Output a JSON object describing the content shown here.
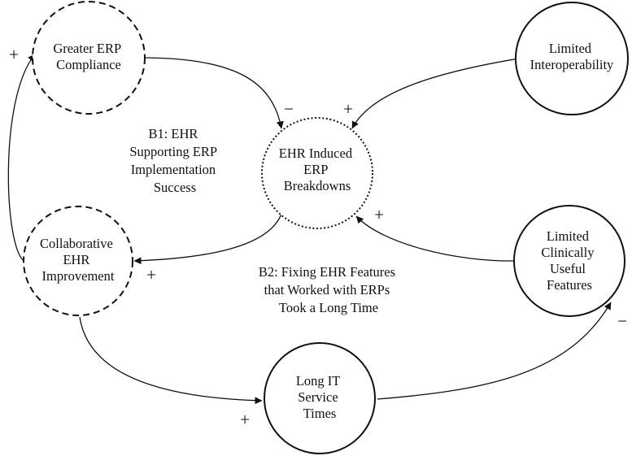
{
  "nodes": {
    "greater_erp_compliance": {
      "lines": [
        "Greater ERP",
        "Compliance"
      ]
    },
    "limited_interoperability": {
      "lines": [
        "Limited",
        "Interoperability"
      ]
    },
    "ehr_induced_erp_breakdowns": {
      "lines": [
        "EHR Induced",
        "ERP",
        "Breakdowns"
      ]
    },
    "collaborative_ehr_improvement": {
      "lines": [
        "Collaborative",
        "EHR",
        "Improvement"
      ]
    },
    "limited_clinically_useful_features": {
      "lines": [
        "Limited",
        "Clinically",
        "Useful",
        "Features"
      ]
    },
    "long_it_service_times": {
      "lines": [
        "Long IT",
        "Service",
        "Times"
      ]
    }
  },
  "loops": {
    "b1": {
      "lines": [
        "B1: EHR",
        "Supporting ERP",
        "Implementation",
        "Success"
      ]
    },
    "b2": {
      "lines": [
        "B2: Fixing EHR Features",
        "that Worked with ERPs",
        "Took a Long Time"
      ]
    }
  },
  "polarities": {
    "collab_to_compliance": "+",
    "compliance_to_breakdowns": "−",
    "interop_to_breakdowns": "+",
    "features_to_breakdowns": "+",
    "breakdowns_to_collab": "+",
    "collab_to_service": "+",
    "service_to_features": "−"
  },
  "colors": {
    "ink": "#111111",
    "background": "#ffffff"
  }
}
